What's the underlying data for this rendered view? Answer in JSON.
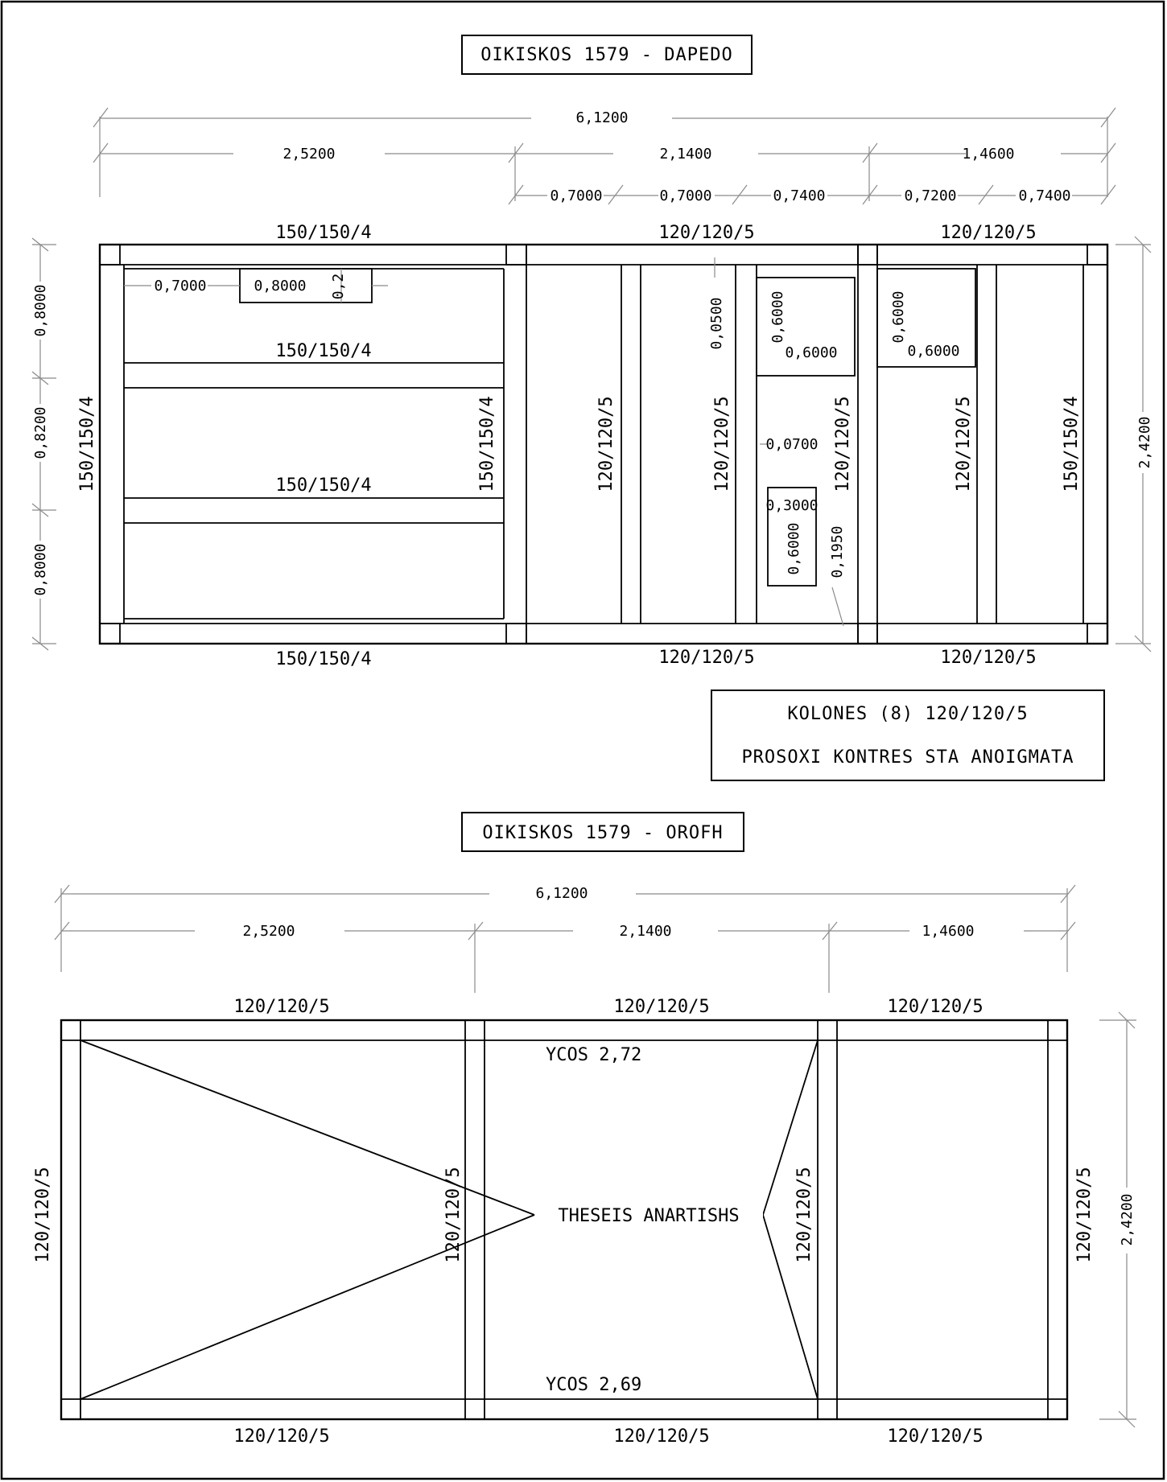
{
  "floor_plan": {
    "title": "OIKISKOS 1579 - DAPEDO",
    "overall_width": "6,1200",
    "bay_widths": [
      "2,5200",
      "2,1400",
      "1,4600"
    ],
    "sub_widths": [
      "0,7000",
      "0,7000",
      "0,7400",
      "0,7200",
      "0,7400"
    ],
    "top_beams": [
      "150/150/4",
      "120/120/5",
      "120/120/5"
    ],
    "bottom_beams": [
      "150/150/4",
      "120/120/5",
      "120/120/5"
    ],
    "inner_beams": [
      "150/150/4",
      "150/150/4"
    ],
    "vertical_members": [
      "150/150/4",
      "150/150/4",
      "120/120/5",
      "120/120/5",
      "120/120/5",
      "120/120/5",
      "150/150/4"
    ],
    "left_heights": [
      "0,8000",
      "0,8200",
      "0,8000"
    ],
    "overall_height": "2,4200",
    "opening_dims": {
      "left_offset": "0,7000",
      "window_width": "0,8000",
      "window_height": "0,2",
      "gap": "0,0500",
      "win2_height": "0,6000",
      "win2_width": "0,6000",
      "win3_height": "0,6000",
      "win3_width": "0,6000",
      "spacing": "0,0700",
      "door_width": "0,3000",
      "door_height": "0,6000",
      "door_offset": "0,1950"
    },
    "note_box": {
      "line1": "KOLONES (8) 120/120/5",
      "line2": "PROSOXI KONTRES STA ANOIGMATA"
    }
  },
  "roof_plan": {
    "title": "OIKISKOS 1579 - OROFH",
    "overall_width": "6,1200",
    "bay_widths": [
      "2,5200",
      "2,1400",
      "1,4600"
    ],
    "top_beams": [
      "120/120/5",
      "120/120/5",
      "120/120/5"
    ],
    "bottom_beams": [
      "120/120/5",
      "120/120/5",
      "120/120/5"
    ],
    "vertical_members": [
      "120/120/5",
      "120/120/5",
      "120/120/5",
      "120/120/5"
    ],
    "overall_height": "2,4200",
    "height_top": "YCOS 2,72",
    "height_bottom": "YCOS 2,69",
    "lifting_points": "THESEIS ANARTISHS"
  }
}
